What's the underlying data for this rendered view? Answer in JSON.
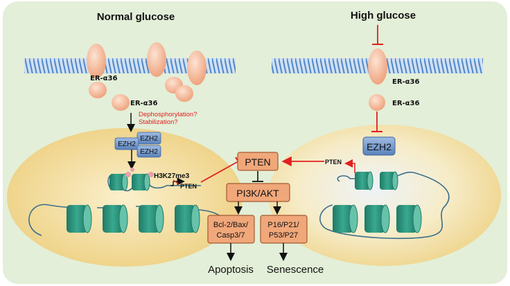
{
  "headings": {
    "normal": "Normal glucose",
    "high": "High glucose"
  },
  "left": {
    "receptor_label_1": "ER-α36",
    "receptor_label_2": "ER-α36",
    "mechanism_1": "Dephosphorylation?",
    "mechanism_2": "Stabilization?",
    "ezh2_labels": [
      "EZH2",
      "EZH2",
      "EZH2"
    ],
    "histone_mark": "H3K27me3",
    "gene_label": "PTEN"
  },
  "center": {
    "pten": "PTEN",
    "pi3k": "PI3K/AKT",
    "box_left_line1": "Bcl-2/Bax/",
    "box_left_line2": "Casp3/7",
    "box_right_line1": "P16/P21/",
    "box_right_line2": "P53/P27",
    "outcome_left": "Apoptosis",
    "outcome_right": "Senescence"
  },
  "right": {
    "receptor_label_1": "ER-α36",
    "receptor_label_2": "ER-α36",
    "ezh2": "EZH2",
    "gene_label": "PTEN"
  },
  "colors": {
    "background": "#e3efd8",
    "nucleus": "#f3dfa0",
    "receptor": "#f4b99a",
    "ezh2_box": "#6f95c9",
    "pathway_box": "#f0a77a",
    "nucleosome": "#2a8f7a",
    "inhibit_red": "#e02020"
  }
}
